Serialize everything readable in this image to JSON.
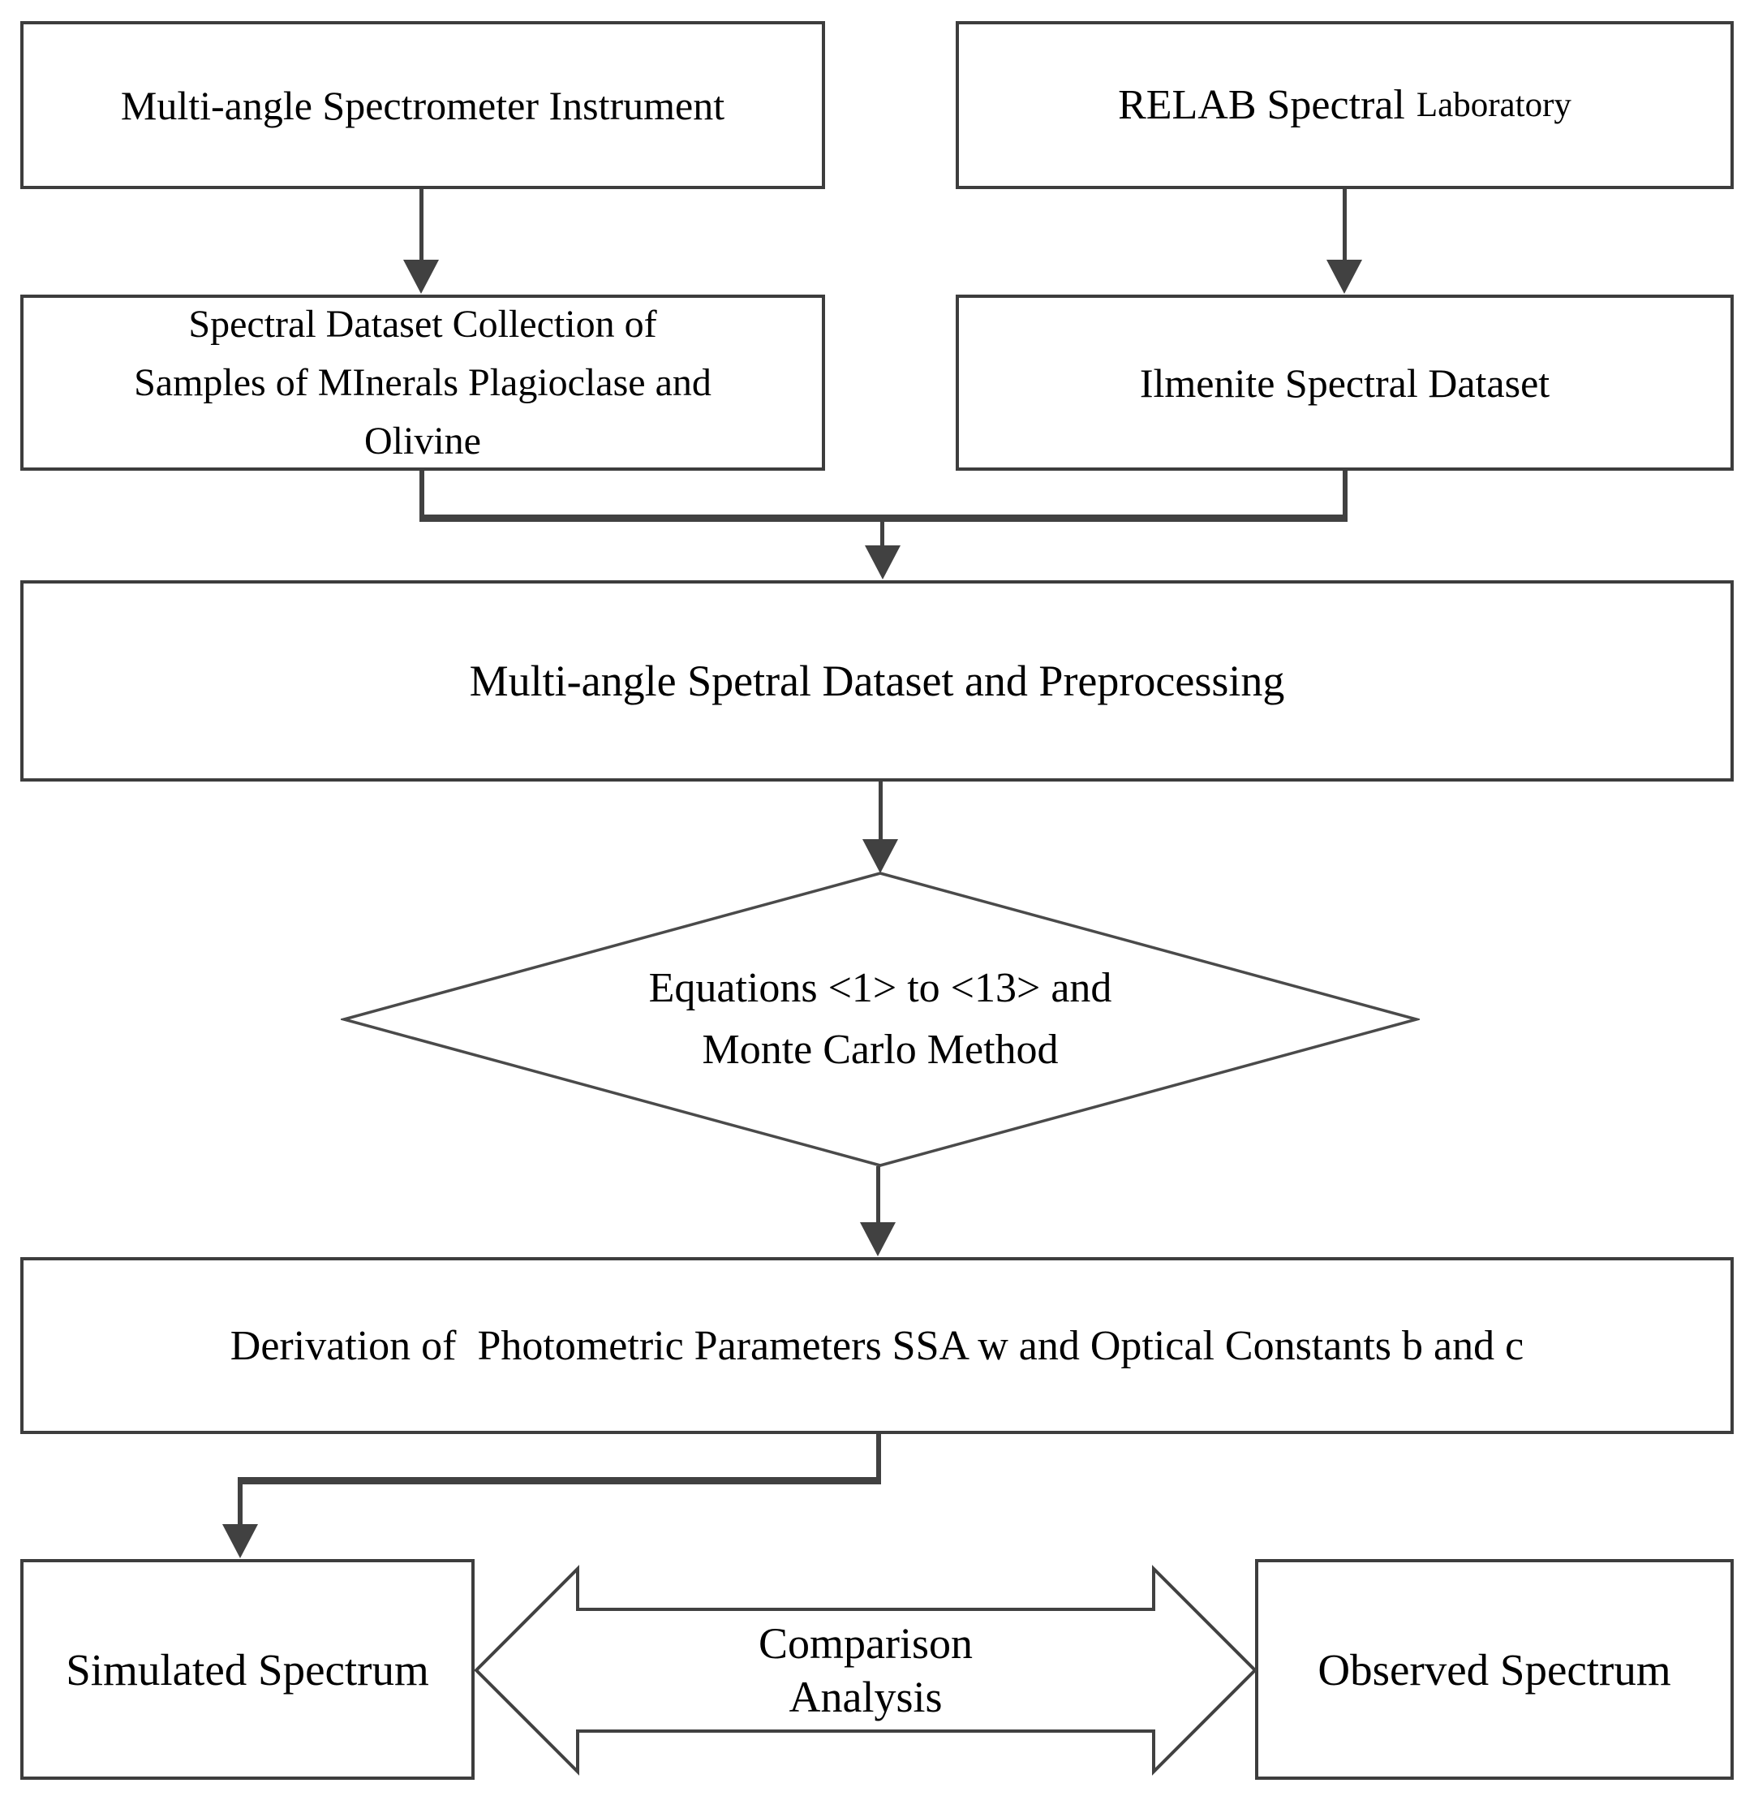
{
  "diagram": {
    "colors": {
      "line": "#414141",
      "border": "#3d3d3d",
      "text": "#000000",
      "background": "#ffffff"
    },
    "nodes": {
      "instrument": {
        "label": "Multi-angle Spectrometer Instrument"
      },
      "relab": {
        "label_main": "RELAB Spectral",
        "label_small": "Laboratory"
      },
      "mineral_dataset": {
        "lines": [
          "Spectral Dataset Collection of",
          "Samples of MInerals Plagioclase and",
          "Olivine"
        ]
      },
      "ilmenite_dataset": {
        "label": "Ilmenite Spectral Dataset"
      },
      "preprocessing": {
        "label": "Multi-angle Spetral Dataset and Preprocessing"
      },
      "equations_decision": {
        "line1": "Equations <1> to <13> and",
        "line2": "Monte Carlo Method"
      },
      "derivation": {
        "label": "Derivation of  Photometric Parameters SSA w and Optical Constants b and c"
      },
      "simulated": {
        "label": "Simulated Spectrum"
      },
      "observed": {
        "label": "Observed Spectrum"
      },
      "comparison": {
        "line1": "Comparison",
        "line2": "Analysis"
      }
    }
  }
}
